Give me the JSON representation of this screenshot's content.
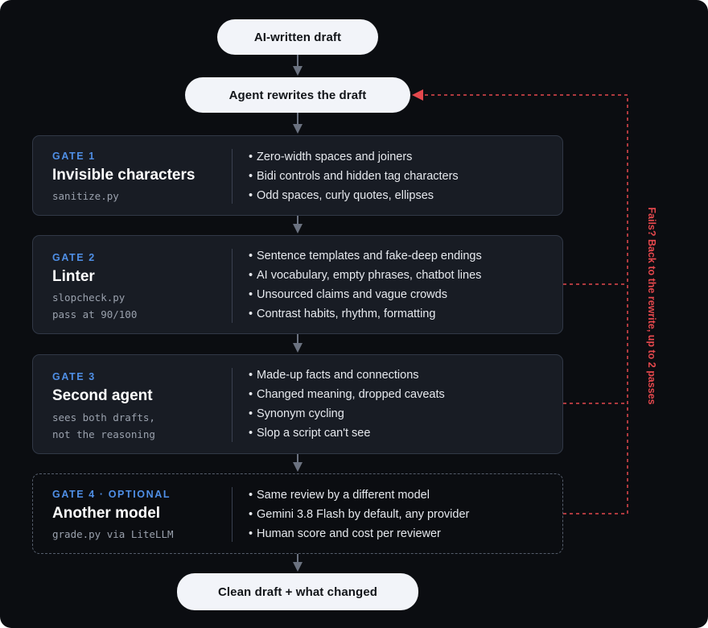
{
  "start": {
    "label": "AI-written draft"
  },
  "rewrite": {
    "label": "Agent rewrites the draft"
  },
  "end": {
    "label": "Clean draft + what changed"
  },
  "feedback": {
    "label": "Fails? Back to the rewrite, up to 2 passes",
    "color": "#e5484d"
  },
  "gates": [
    {
      "eyebrow": "GATE 1",
      "title": "Invisible characters",
      "sub": [
        "sanitize.py"
      ],
      "items": [
        "Zero-width spaces and joiners",
        "Bidi controls and hidden tag characters",
        "Odd spaces, curly quotes, ellipses"
      ],
      "optional": false
    },
    {
      "eyebrow": "GATE 2",
      "title": "Linter",
      "sub": [
        "slopcheck.py",
        "pass at 90/100"
      ],
      "items": [
        "Sentence templates and fake-deep endings",
        "AI vocabulary, empty phrases, chatbot lines",
        "Unsourced claims and vague crowds",
        "Contrast habits, rhythm, formatting"
      ],
      "optional": false
    },
    {
      "eyebrow": "GATE 3",
      "title": "Second agent",
      "sub": [
        "sees both drafts,",
        "not the reasoning"
      ],
      "items": [
        "Made-up facts and connections",
        "Changed meaning, dropped caveats",
        "Synonym cycling",
        "Slop a script can't see"
      ],
      "optional": false
    },
    {
      "eyebrow": "GATE 4 · OPTIONAL",
      "title": "Another model",
      "sub": [
        "grade.py via LiteLLM"
      ],
      "items": [
        "Same review by a different model",
        "Gemini 3.8 Flash by default, any provider",
        "Human score and cost per reviewer"
      ],
      "optional": true
    }
  ],
  "colors": {
    "accent": "#4f8fe6",
    "background": "#0b0d11",
    "card": "#181c24",
    "connector": "#6b7280"
  }
}
